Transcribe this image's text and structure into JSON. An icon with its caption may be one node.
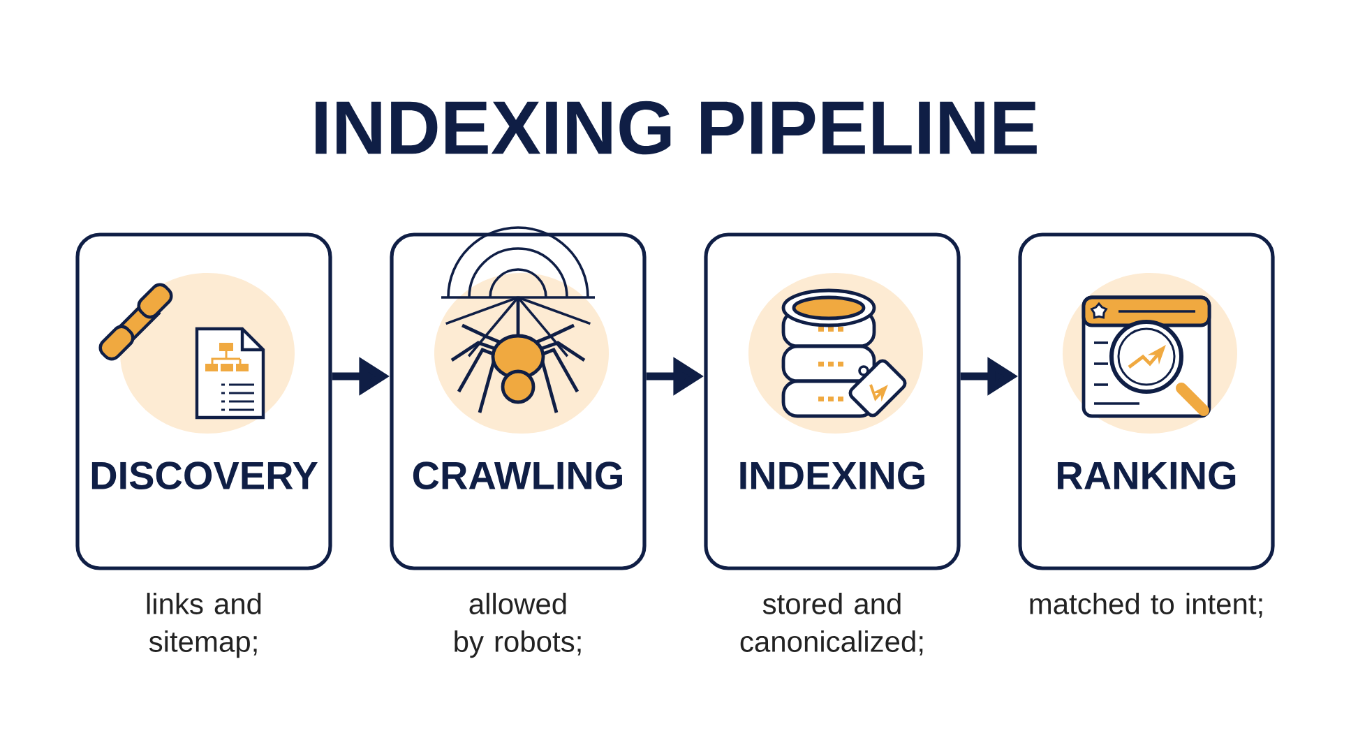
{
  "diagram": {
    "title": "INDEXING PIPELINE",
    "nodes": [
      {
        "text": [
          "DISCOVERY"
        ],
        "beside": [
          "links and sitemap;"
        ]
      },
      {
        "text": [
          "CRAWLING"
        ],
        "beside": [
          "allowed by robots;"
        ]
      },
      {
        "text": [
          "INDEXING"
        ],
        "beside": [
          "stored and canonicalized;"
        ]
      },
      {
        "text": [
          "RANKING"
        ],
        "beside": [
          "matched to intent;"
        ]
      }
    ],
    "edges": [
      {
        "from": 0,
        "to": 1,
        "arrow": "to"
      },
      {
        "from": 1,
        "to": 2,
        "arrow": "to"
      },
      {
        "from": 2,
        "to": 3,
        "arrow": "to"
      }
    ]
  }
}
